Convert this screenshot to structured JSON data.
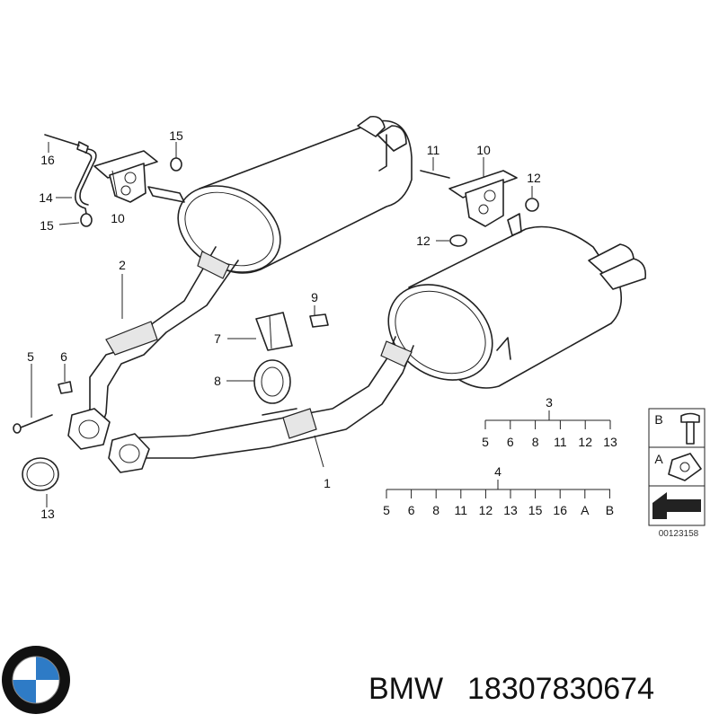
{
  "callouts": {
    "c1": "1",
    "c2": "2",
    "c3": "3",
    "c4": "4",
    "c5": "5",
    "c6": "6",
    "c7": "7",
    "c8": "8",
    "c9": "9",
    "c10a": "10",
    "c10b": "10",
    "c11": "11",
    "c12a": "12",
    "c12b": "12",
    "c13": "13",
    "c14": "14",
    "c15a": "15",
    "c15b": "15",
    "c16": "16"
  },
  "group3": {
    "label": "3",
    "items": [
      "5",
      "6",
      "8",
      "11",
      "12",
      "13"
    ]
  },
  "group4": {
    "label": "4",
    "items": [
      "5",
      "6",
      "8",
      "11",
      "12",
      "13",
      "15",
      "16",
      "A",
      "B"
    ]
  },
  "legend": {
    "b_label": "B",
    "a_label": "A"
  },
  "diagram_number": "00123158",
  "footer": {
    "brand": "BMW",
    "part_number": "18307830674"
  },
  "colors": {
    "line": "#222222",
    "logo_blue": "#2e7bc6",
    "logo_ring": "#111111"
  }
}
